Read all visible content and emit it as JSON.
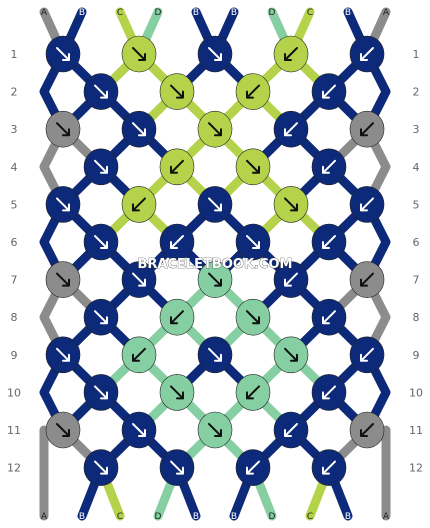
{
  "colors": {
    "A": "#8c8c8c",
    "B": "#0d2a7a",
    "C": "#b5d34a",
    "D": "#86cfa2"
  },
  "strands_top": [
    "A",
    "B",
    "C",
    "D",
    "B",
    "B",
    "D",
    "C",
    "B",
    "A"
  ],
  "strands_bottom": [
    "A",
    "B",
    "C",
    "D",
    "B",
    "B",
    "D",
    "C",
    "B",
    "A"
  ],
  "row_labels": [
    "1",
    "2",
    "3",
    "4",
    "5",
    "6",
    "7",
    "8",
    "9",
    "10",
    "11",
    "12"
  ],
  "watermark": "BRACELETBOOK.COM",
  "rows": [
    [
      {
        "c": "B",
        "d": "se"
      },
      {
        "c": "C",
        "d": "se"
      },
      {
        "c": "B",
        "d": "se"
      },
      {
        "c": "C",
        "d": "sw"
      },
      {
        "c": "B",
        "d": "sw"
      }
    ],
    [
      {
        "c": "B",
        "d": "se"
      },
      {
        "c": "C",
        "d": "se"
      },
      {
        "c": "C",
        "d": "sw"
      },
      {
        "c": "B",
        "d": "sw"
      }
    ],
    [
      {
        "c": "A",
        "d": "se"
      },
      {
        "c": "B",
        "d": "se"
      },
      {
        "c": "C",
        "d": "se"
      },
      {
        "c": "B",
        "d": "sw"
      },
      {
        "c": "A",
        "d": "sw"
      }
    ],
    [
      {
        "c": "B",
        "d": "se"
      },
      {
        "c": "C",
        "d": "sw"
      },
      {
        "c": "C",
        "d": "se"
      },
      {
        "c": "B",
        "d": "sw"
      }
    ],
    [
      {
        "c": "B",
        "d": "se"
      },
      {
        "c": "C",
        "d": "sw"
      },
      {
        "c": "B",
        "d": "se"
      },
      {
        "c": "C",
        "d": "se"
      },
      {
        "c": "B",
        "d": "sw"
      }
    ],
    [
      {
        "c": "B",
        "d": "se"
      },
      {
        "c": "B",
        "d": "sw"
      },
      {
        "c": "B",
        "d": "se"
      },
      {
        "c": "B",
        "d": "sw"
      }
    ],
    [
      {
        "c": "A",
        "d": "se"
      },
      {
        "c": "B",
        "d": "se"
      },
      {
        "c": "D",
        "d": "se"
      },
      {
        "c": "B",
        "d": "sw"
      },
      {
        "c": "A",
        "d": "sw"
      }
    ],
    [
      {
        "c": "B",
        "d": "se"
      },
      {
        "c": "D",
        "d": "sw"
      },
      {
        "c": "D",
        "d": "se"
      },
      {
        "c": "B",
        "d": "sw"
      }
    ],
    [
      {
        "c": "B",
        "d": "se"
      },
      {
        "c": "D",
        "d": "sw"
      },
      {
        "c": "B",
        "d": "se"
      },
      {
        "c": "D",
        "d": "se"
      },
      {
        "c": "B",
        "d": "sw"
      }
    ],
    [
      {
        "c": "B",
        "d": "se"
      },
      {
        "c": "D",
        "d": "se"
      },
      {
        "c": "D",
        "d": "sw"
      },
      {
        "c": "B",
        "d": "sw"
      }
    ],
    [
      {
        "c": "A",
        "d": "se"
      },
      {
        "c": "B",
        "d": "se"
      },
      {
        "c": "D",
        "d": "se"
      },
      {
        "c": "B",
        "d": "sw"
      },
      {
        "c": "A",
        "d": "sw"
      }
    ],
    [
      {
        "c": "B",
        "d": "se"
      },
      {
        "c": "B",
        "d": "se"
      },
      {
        "c": "B",
        "d": "sw"
      },
      {
        "c": "B",
        "d": "sw"
      }
    ]
  ]
}
